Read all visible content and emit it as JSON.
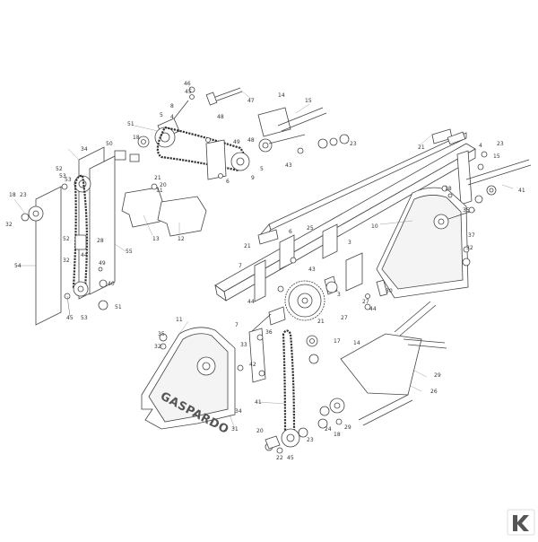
{
  "diagram": {
    "brand_label": "GASPARDO",
    "part_numbers": {
      "assembly_left_top": [
        "46",
        "45",
        "47",
        "48",
        "8",
        "4",
        "14",
        "15",
        "51",
        "18",
        "5",
        "23",
        "9",
        "21",
        "5",
        "6",
        "49",
        "48",
        "43"
      ],
      "assembly_left": [
        "50",
        "34",
        "52",
        "53",
        "18",
        "23",
        "32",
        "54",
        "32",
        "44",
        "52",
        "28",
        "53",
        "45",
        "55",
        "49",
        "40",
        "53",
        "51"
      ],
      "covers": [
        "11",
        "13",
        "12",
        "20"
      ],
      "frame_right": [
        "21",
        "4",
        "15",
        "23",
        "41",
        "37",
        "18",
        "10",
        "27",
        "3",
        "6",
        "25",
        "21",
        "43",
        "44",
        "7",
        "44",
        "3",
        "27",
        "30",
        "35",
        "32"
      ],
      "bottom": [
        "11",
        "35",
        "32",
        "34",
        "7",
        "33",
        "26",
        "31",
        "36",
        "42",
        "17",
        "14",
        "29",
        "41",
        "20",
        "22",
        "45",
        "24",
        "29",
        "23",
        "18",
        "21"
      ]
    }
  }
}
